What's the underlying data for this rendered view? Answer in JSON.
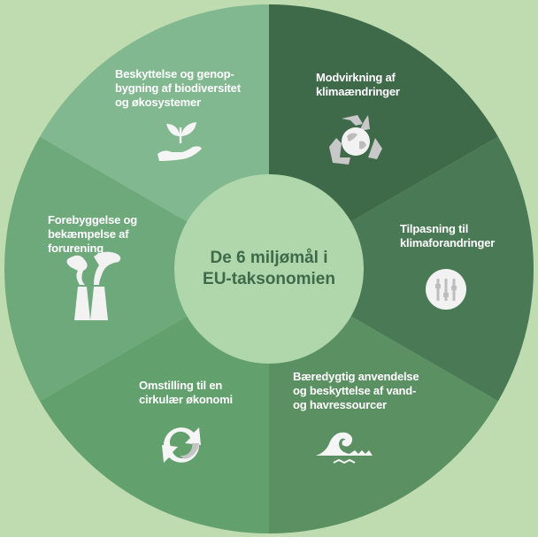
{
  "center": {
    "line1": "De 6 miljømål i",
    "line2": "EU-taksonomien"
  },
  "colors": {
    "background": "#bfdcb0",
    "inner_circle": "#afd7ab",
    "center_text": "#3e6a4a",
    "segments": [
      "#3e6a4a",
      "#4a7a55",
      "#5a9062",
      "#62a06d",
      "#6ea97b",
      "#82b890"
    ]
  },
  "segments": [
    {
      "lines": [
        "Modvirkning af",
        "klimaændringer"
      ],
      "icon": "recycle-globe-icon"
    },
    {
      "lines": [
        "Tilpasning til",
        "klimaforandringer"
      ],
      "icon": "sliders-icon"
    },
    {
      "lines": [
        "Bæredygtig anvendelse",
        "og beskyttelse af vand-",
        "og havressourcer"
      ],
      "icon": "wave-icon"
    },
    {
      "lines": [
        "Omstilling til en",
        "cirkulær økonomi"
      ],
      "icon": "circular-arrows-icon"
    },
    {
      "lines": [
        "Forebyggelse og",
        "bekæmpelse af",
        "forurening"
      ],
      "icon": "factory-smoke-icon"
    },
    {
      "lines": [
        "Beskyttelse og genop-",
        "bygning af biodiversitet",
        "og økosystemer"
      ],
      "icon": "plant-hand-icon"
    }
  ]
}
